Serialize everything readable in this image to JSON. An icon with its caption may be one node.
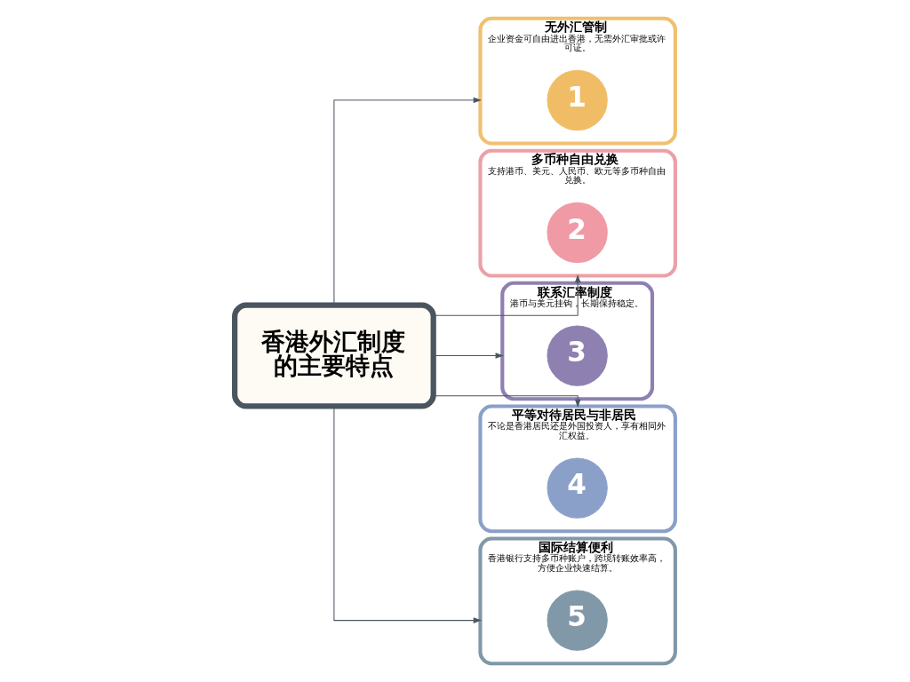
{
  "diagram": {
    "nodes": [
      {
        "text": [
          "香港外汇制度的主要特点"
        ]
      },
      {
        "text": [
          "无外汇管制",
          "企业资金可自由进出香港，无需外汇审批或许可证。"
        ]
      },
      {
        "text": [
          "1"
        ],
        "in": 1
      },
      {
        "text": [
          "多币种自由兑换",
          "支持港币、美元、人民币、欧元等多币种自由兑换。"
        ]
      },
      {
        "text": [
          "2"
        ],
        "in": 3
      },
      {
        "text": [
          "联系汇率制度",
          "港币与美元挂钩，长期保持稳定。"
        ]
      },
      {
        "text": [
          "3"
        ],
        "in": 5
      },
      {
        "text": [
          "平等对待居民与非居民",
          "不论是香港居民还是外国投资人，享有相同外汇权益。"
        ]
      },
      {
        "text": [
          "4"
        ],
        "in": 7
      },
      {
        "text": [
          "国际结算便利",
          "香港银行支持多币种账户，跨境转账效率高，方便企业快速结算。"
        ]
      },
      {
        "text": [
          "5"
        ],
        "in": 9
      }
    ],
    "edges": [
      {
        "from": 0,
        "to": 1,
        "arrow": "to"
      },
      {
        "from": 0,
        "to": 3,
        "arrow": "to"
      },
      {
        "from": 0,
        "to": 5,
        "arrow": "to"
      },
      {
        "from": 0,
        "to": 7,
        "arrow": "to"
      },
      {
        "from": 0,
        "to": 9,
        "arrow": "to"
      }
    ]
  }
}
